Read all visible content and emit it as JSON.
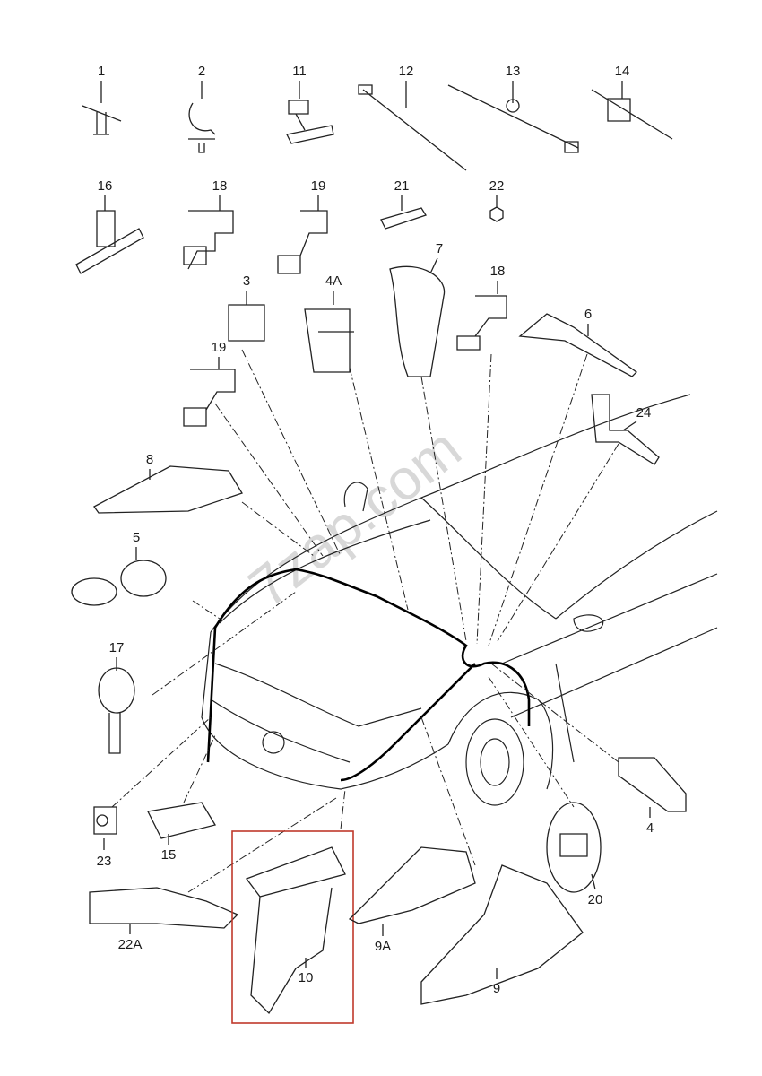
{
  "watermark": "7zap.com",
  "highlight_color": "#c0392b",
  "parts": [
    {
      "id": "p1",
      "label": "1"
    },
    {
      "id": "p2",
      "label": "2"
    },
    {
      "id": "p11",
      "label": "11"
    },
    {
      "id": "p12",
      "label": "12"
    },
    {
      "id": "p13",
      "label": "13"
    },
    {
      "id": "p14",
      "label": "14"
    },
    {
      "id": "p16",
      "label": "16"
    },
    {
      "id": "p18a",
      "label": "18"
    },
    {
      "id": "p19a",
      "label": "19"
    },
    {
      "id": "p21",
      "label": "21"
    },
    {
      "id": "p22",
      "label": "22"
    },
    {
      "id": "p3",
      "label": "3"
    },
    {
      "id": "p4A",
      "label": "4A"
    },
    {
      "id": "p7",
      "label": "7"
    },
    {
      "id": "p18b",
      "label": "18"
    },
    {
      "id": "p6",
      "label": "6"
    },
    {
      "id": "p19b",
      "label": "19"
    },
    {
      "id": "p24",
      "label": "24"
    },
    {
      "id": "p8",
      "label": "8"
    },
    {
      "id": "p5",
      "label": "5"
    },
    {
      "id": "p17",
      "label": "17"
    },
    {
      "id": "p4",
      "label": "4"
    },
    {
      "id": "p23",
      "label": "23"
    },
    {
      "id": "p15",
      "label": "15"
    },
    {
      "id": "p20",
      "label": "20"
    },
    {
      "id": "p22A",
      "label": "22A"
    },
    {
      "id": "p10",
      "label": "10"
    },
    {
      "id": "p9A",
      "label": "9A"
    },
    {
      "id": "p9",
      "label": "9"
    }
  ]
}
